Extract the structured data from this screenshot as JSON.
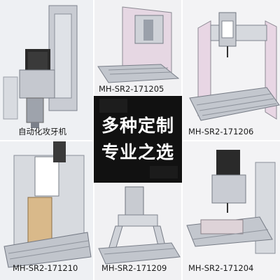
{
  "center_headline": {
    "line1": "多种定制",
    "line2": "专业之选"
  },
  "panels": {
    "top_left": {
      "caption": "自动化攻牙机"
    },
    "top_middle": {
      "caption": "MH-SR2-171205"
    },
    "top_right": {
      "caption": ""
    },
    "middle_right": {
      "caption": "MH-SR2-171206"
    },
    "bottom_left": {
      "caption": "MH-SR2-171210"
    },
    "bottom_middle": {
      "caption": "MH-SR2-171209"
    },
    "bottom_right": {
      "caption": "MH-SR2-171204"
    }
  },
  "colors": {
    "center_background": "#111111",
    "center_text": "#ffffff",
    "frame_pink": "#e8d6e4",
    "frame_beige": "#d9b98a",
    "metal_grey": "#b8bcc4",
    "motor_black": "#2a2a2a"
  }
}
